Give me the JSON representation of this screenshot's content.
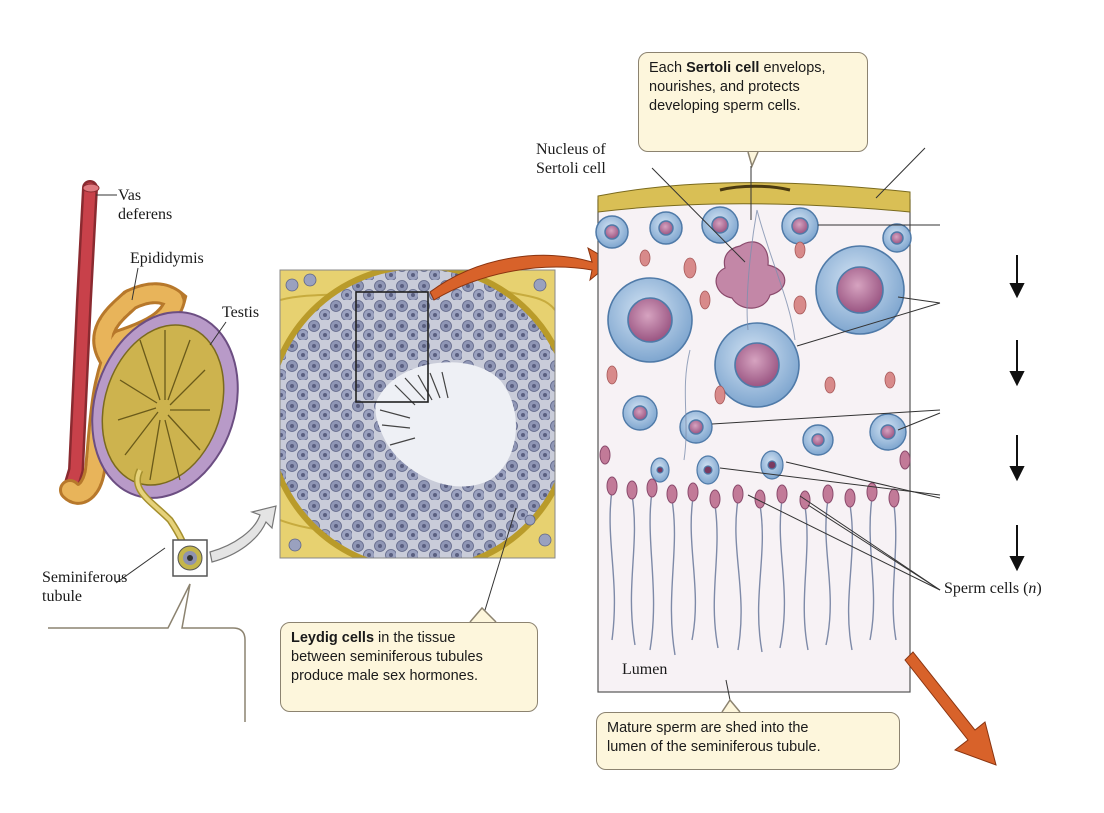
{
  "labels": {
    "vas_deferens": [
      "Vas",
      "deferens"
    ],
    "epididymis": "Epididymis",
    "testis": "Testis",
    "seminiferous_tubule": [
      "Seminiferous",
      "tubule"
    ],
    "nucleus_sertoli": [
      "Nucleus of",
      "Sertoli cell"
    ],
    "lumen": "Lumen",
    "sperm_cells": "Sperm cells (",
    "sperm_cells_n": "n",
    "sperm_cells_close": ")"
  },
  "callouts": {
    "sertoli": {
      "bold": "Sertoli cell",
      "line1_pre": "Each ",
      "line1_post": " envelops,",
      "line2": "nourishes, and protects",
      "line3": "developing sperm cells."
    },
    "leydig": {
      "bold": "Leydig cells",
      "line1_post": " in the tissue",
      "line2": "between seminiferous tubules",
      "line3": "produce male sex hormones."
    },
    "mature": {
      "line1": "Mature sperm are shed into the",
      "line2": "lumen of the seminiferous tubule."
    }
  },
  "colors": {
    "callout_fill": "#fdf6dc",
    "vas_deferens": "#c8414a",
    "epididymis": "#e3a94a",
    "testis": "#b89ac8",
    "tissue_yellow": "#e9d36a",
    "cell_blue": "#a9c8e6",
    "nucleus_pink": "#b8709a",
    "arrow_orange": "#d8622a"
  }
}
